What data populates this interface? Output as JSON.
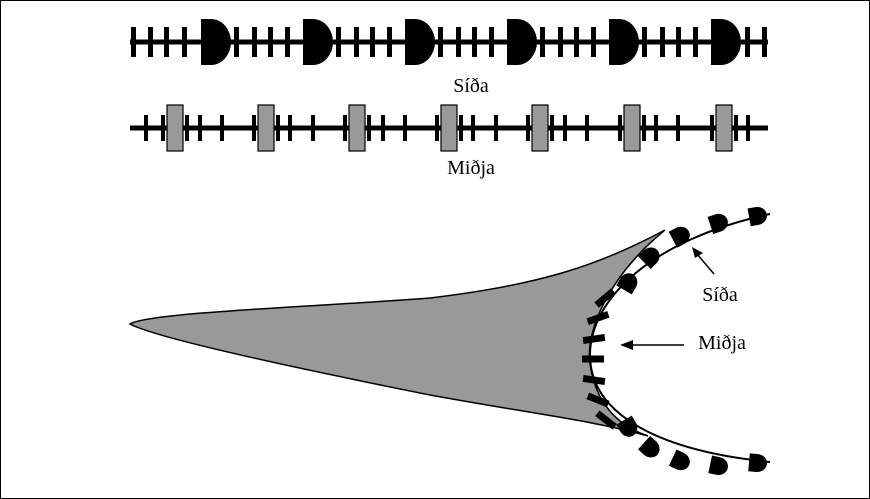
{
  "labels": {
    "top_row": "Síða",
    "middle_row": "Miðja",
    "curve_side": "Síða",
    "curve_middle": "Miðja"
  },
  "colors": {
    "ink": "#000000",
    "gray": "#999999",
    "background": "#ffffff"
  }
}
